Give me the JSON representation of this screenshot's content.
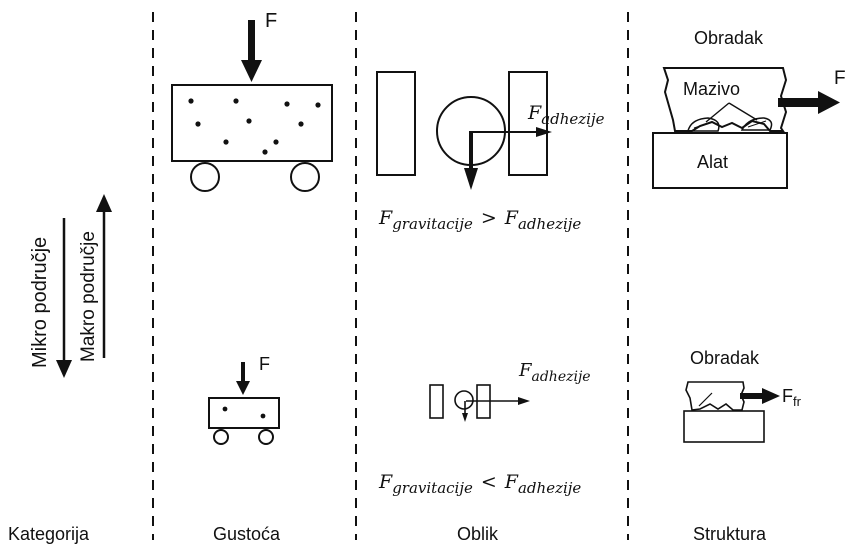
{
  "columns": {
    "kategorija": "Kategorija",
    "gustoca": "Gustoća",
    "oblik": "Oblik",
    "struktura": "Struktura"
  },
  "axis": {
    "mikro": "Mikro područje",
    "makro": "Makro područje"
  },
  "gustoca": {
    "force_top": "F",
    "force_bottom": "F"
  },
  "oblik": {
    "top": {
      "F_label": "F",
      "F_sub": "adhezije",
      "relation_left_F": "F",
      "relation_left_sub": "gravitacije",
      "relation_op": ">",
      "relation_right_F": "F",
      "relation_right_sub": "adhezije"
    },
    "bottom": {
      "F_label": "F",
      "F_sub": "adhezije",
      "relation_left_F": "F",
      "relation_left_sub": "gravitacije",
      "relation_op": "<",
      "relation_right_F": "F",
      "relation_right_sub": "adhezije"
    }
  },
  "struktura": {
    "top": {
      "obradak": "Obradak",
      "mazivo": "Mazivo",
      "alat": "Alat",
      "force": "F"
    },
    "bottom": {
      "obradak": "Obradak",
      "force_F": "F",
      "force_sub": "fr"
    }
  }
}
